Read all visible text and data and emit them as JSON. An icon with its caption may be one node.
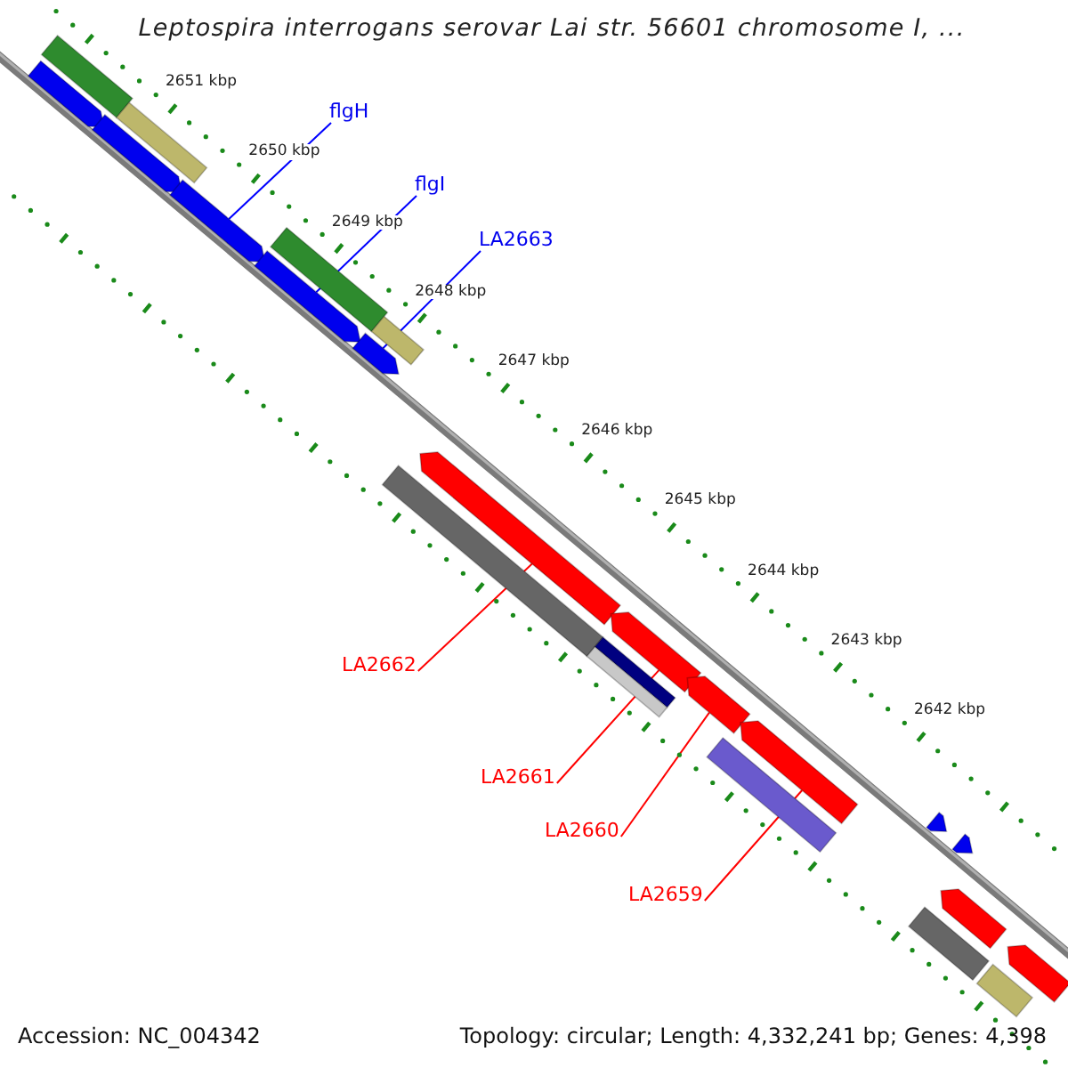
{
  "diagram": {
    "title": "Leptospira interrogans serovar Lai str. 56601 chromosome I, ...",
    "nodes": [
      {
        "text": [
          "flgH"
        ]
      },
      {
        "text": [
          "flgI"
        ]
      },
      {
        "text": [
          "LA2663"
        ]
      },
      {
        "text": [
          "LA2662"
        ]
      },
      {
        "text": [
          "LA2661"
        ]
      },
      {
        "text": [
          "LA2660"
        ]
      },
      {
        "text": [
          "LA2659"
        ]
      },
      {
        "text": [],
        "shape": "bar"
      },
      {
        "text": [],
        "shape": "arrow"
      },
      {
        "text": [],
        "shape": "arrow"
      },
      {
        "text": [],
        "shape": "bar"
      },
      {
        "text": [],
        "shape": "arrow"
      },
      {
        "text": [],
        "shape": "bar"
      },
      {
        "text": [],
        "shape": "arrow"
      },
      {
        "text": [],
        "shape": "arrow"
      },
      {
        "text": [],
        "shape": "bar"
      },
      {
        "text": [],
        "shape": "bar"
      },
      {
        "text": [],
        "shape": "arrow"
      },
      {
        "text": [],
        "shape": "arrow"
      },
      {
        "text": [],
        "shape": "bar"
      },
      {
        "text": [],
        "shape": "bar"
      },
      {
        "text": [],
        "shape": "arrow"
      },
      {
        "text": [],
        "shape": "bar"
      },
      {
        "text": [],
        "shape": "arrow"
      },
      {
        "text": [],
        "shape": "arrow"
      },
      {
        "text": [],
        "shape": "arrow"
      },
      {
        "text": [],
        "shape": "bar"
      },
      {
        "text": [],
        "shape": "arrow"
      },
      {
        "text": [],
        "shape": "arrow"
      },
      {
        "text": [],
        "shape": "bar"
      }
    ],
    "edges": [
      {
        "from": 0,
        "to": 11,
        "arrow": "none",
        "color": "#0000ff"
      },
      {
        "from": 1,
        "to": 13,
        "arrow": "none",
        "color": "#0000ff"
      },
      {
        "from": 2,
        "to": 14,
        "arrow": "none",
        "color": "#0000ff"
      },
      {
        "from": 3,
        "to": 17,
        "arrow": "none"
      },
      {
        "from": 4,
        "to": 18,
        "arrow": "none"
      },
      {
        "from": 5,
        "to": 21,
        "arrow": "none"
      },
      {
        "from": 6,
        "to": 23,
        "arrow": "none"
      }
    ],
    "labels": [
      "2651 kbp",
      "2650 kbp",
      "2649 kbp",
      "2648 kbp",
      "2647 kbp",
      "2646 kbp",
      "2645 kbp",
      "2644 kbp",
      "2643 kbp",
      "2642 kbp",
      "Accession: NC_004342",
      "Topology: circular; Length: 4,332,241 bp; Genes: 4,398"
    ]
  }
}
